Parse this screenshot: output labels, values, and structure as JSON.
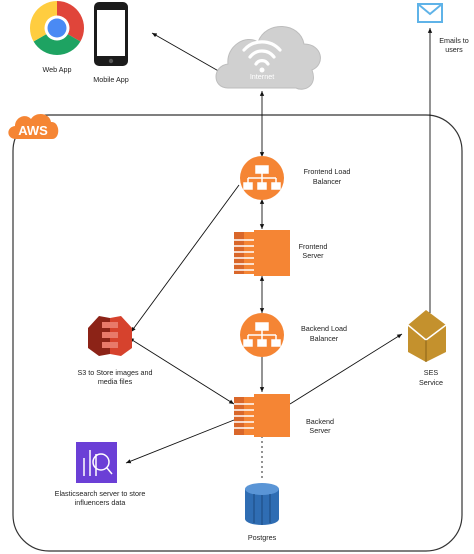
{
  "nodes": {
    "web_app": {
      "label": "Web App"
    },
    "mobile_app": {
      "label": "Mobile App"
    },
    "internet": {
      "label": "Internet"
    },
    "aws": {
      "label": "AWS"
    },
    "emails": {
      "label_line1": "Emails to",
      "label_line2": "users"
    },
    "frontend_lb": {
      "label_line1": "Frontend Load",
      "label_line2": "Balancer"
    },
    "frontend_server": {
      "label_line1": "Frontend",
      "label_line2": "Server"
    },
    "backend_lb": {
      "label_line1": "Backend Load",
      "label_line2": "Balancer"
    },
    "backend_server": {
      "label_line1": "Backend",
      "label_line2": "Server"
    },
    "s3": {
      "label_line1": "S3 to Store images and",
      "label_line2": "media files"
    },
    "ses": {
      "label_line1": "SES",
      "label_line2": "Service"
    },
    "elasticsearch": {
      "label_line1": "Elasticsearch server to store",
      "label_line2": "influencers data"
    },
    "postgres": {
      "label": "Postgres"
    }
  },
  "colors": {
    "orange": "#f58534",
    "orange_dark": "#d9672a",
    "s3_red": "#d6422d",
    "s3_dark": "#8c2317",
    "elastic_purple": "#6b3fd6",
    "postgres_blue": "#2f6db3",
    "ses_gold": "#c4912d",
    "cloud_gray": "#d0d0d0",
    "envelope_blue": "#5fb3e8"
  },
  "icons": [
    "chrome-icon",
    "smartphone-icon",
    "cloud-wifi-icon",
    "aws-logo-icon",
    "envelope-icon",
    "load-balancer-icon",
    "ec2-server-icon",
    "s3-bucket-icon",
    "ses-icon",
    "elasticsearch-icon",
    "database-icon"
  ]
}
